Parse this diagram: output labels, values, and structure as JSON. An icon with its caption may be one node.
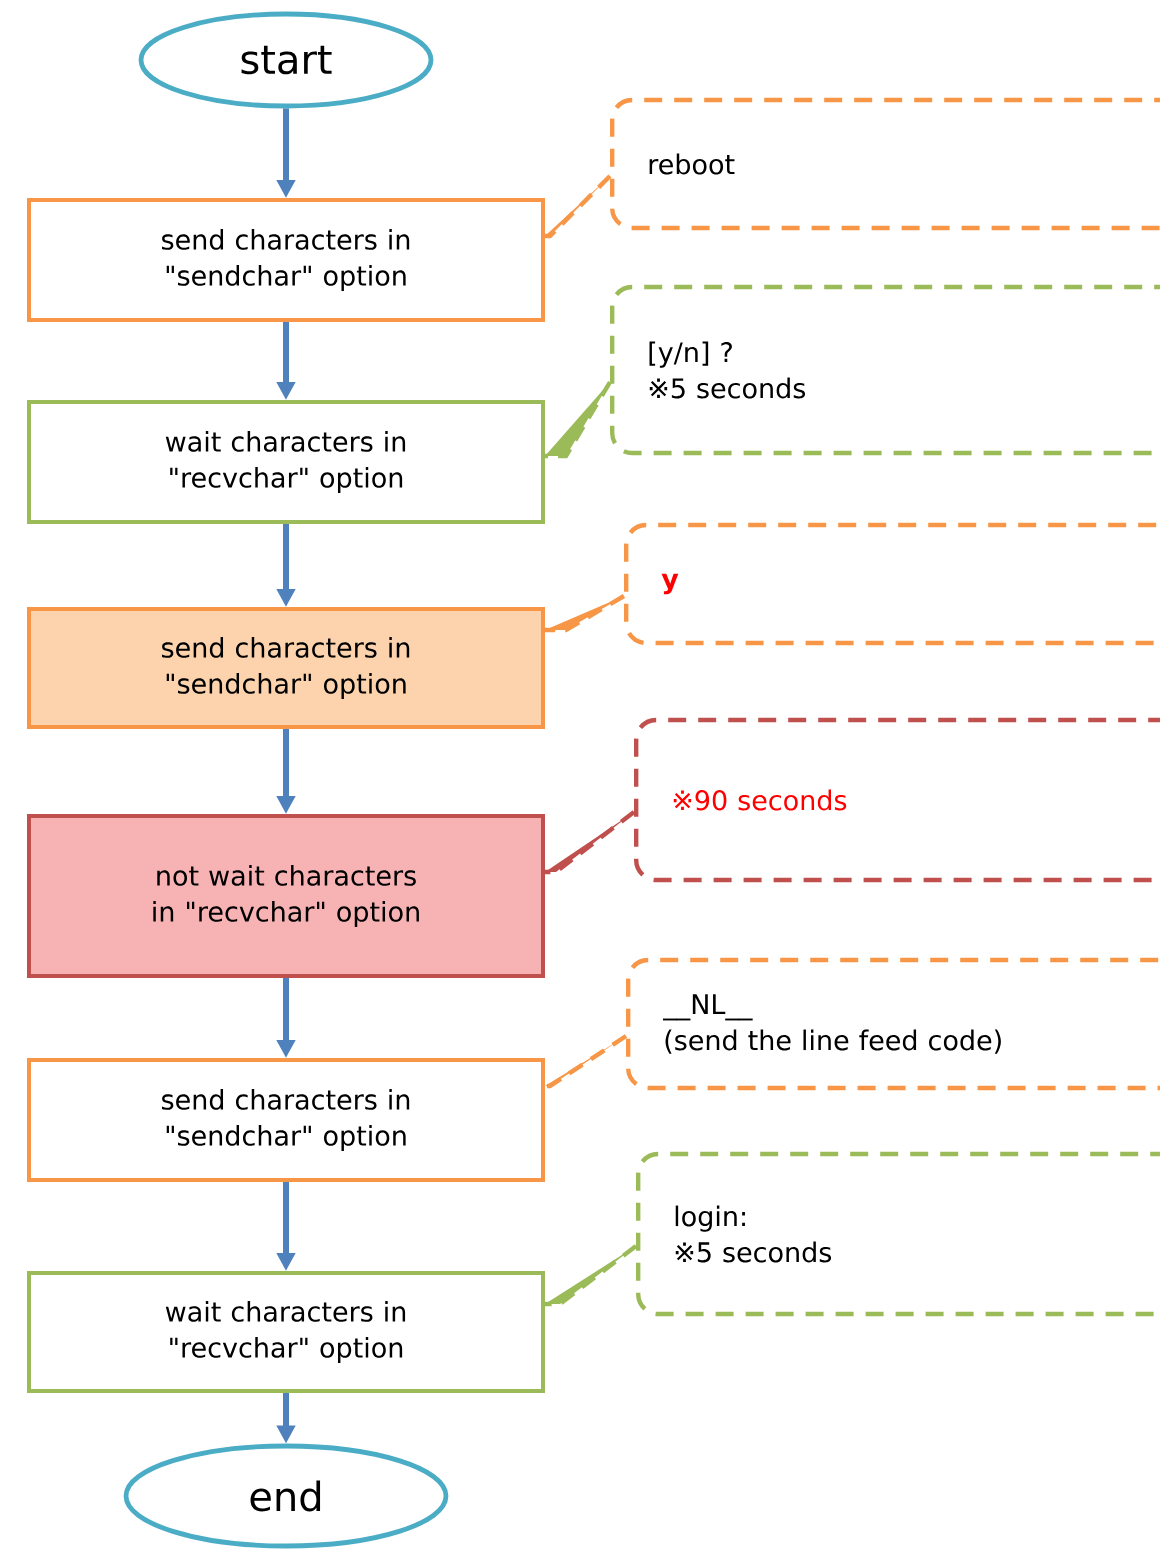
{
  "diagram": {
    "nodes": [
      {
        "text": [
          "start"
        ]
      },
      {
        "text": [
          "send characters in \"sendchar\" option"
        ]
      },
      {
        "text": [
          "wait characters in \"recvchar\" option"
        ]
      },
      {
        "text": [
          "send characters in \"sendchar\" option"
        ]
      },
      {
        "text": [
          "not wait characters in \"recvchar\" option"
        ]
      },
      {
        "text": [
          "send characters in \"sendchar\" option"
        ]
      },
      {
        "text": [
          "wait characters in \"recvchar\" option"
        ]
      },
      {
        "text": [
          "end"
        ]
      },
      {
        "text": [
          "reboot"
        ]
      },
      {
        "text": [
          "[y/n] ?",
          "※5 seconds"
        ]
      },
      {
        "text": [
          "y"
        ]
      },
      {
        "text": [
          "※90 seconds"
        ]
      },
      {
        "text": [
          "__NL__",
          "(send the line feed code)"
        ]
      },
      {
        "text": [
          "login:",
          "※5 seconds"
        ]
      }
    ],
    "edges": [
      {
        "from": 0,
        "to": 1,
        "arrow": "to"
      },
      {
        "from": 1,
        "to": 2,
        "arrow": "to"
      },
      {
        "from": 2,
        "to": 3,
        "arrow": "to"
      },
      {
        "from": 3,
        "to": 4,
        "arrow": "to"
      },
      {
        "from": 4,
        "to": 5,
        "arrow": "to"
      },
      {
        "from": 5,
        "to": 6,
        "arrow": "to"
      },
      {
        "from": 6,
        "to": 7,
        "arrow": "to"
      },
      {
        "from": 8,
        "to": 1,
        "arrow": "none",
        "style": "dashed",
        "color": "#f79646"
      },
      {
        "from": 9,
        "to": 2,
        "arrow": "none",
        "style": "dashed",
        "color": "#9bbb59"
      },
      {
        "from": 10,
        "to": 3,
        "arrow": "none",
        "style": "dashed",
        "color": "#f79646"
      },
      {
        "from": 11,
        "to": 4,
        "arrow": "none",
        "style": "dashed",
        "color": "#c0504d"
      },
      {
        "from": 12,
        "to": 5,
        "arrow": "none",
        "style": "dashed",
        "color": "#f79646"
      },
      {
        "from": 13,
        "to": 6,
        "arrow": "none",
        "style": "dashed",
        "color": "#9bbb59"
      }
    ]
  }
}
